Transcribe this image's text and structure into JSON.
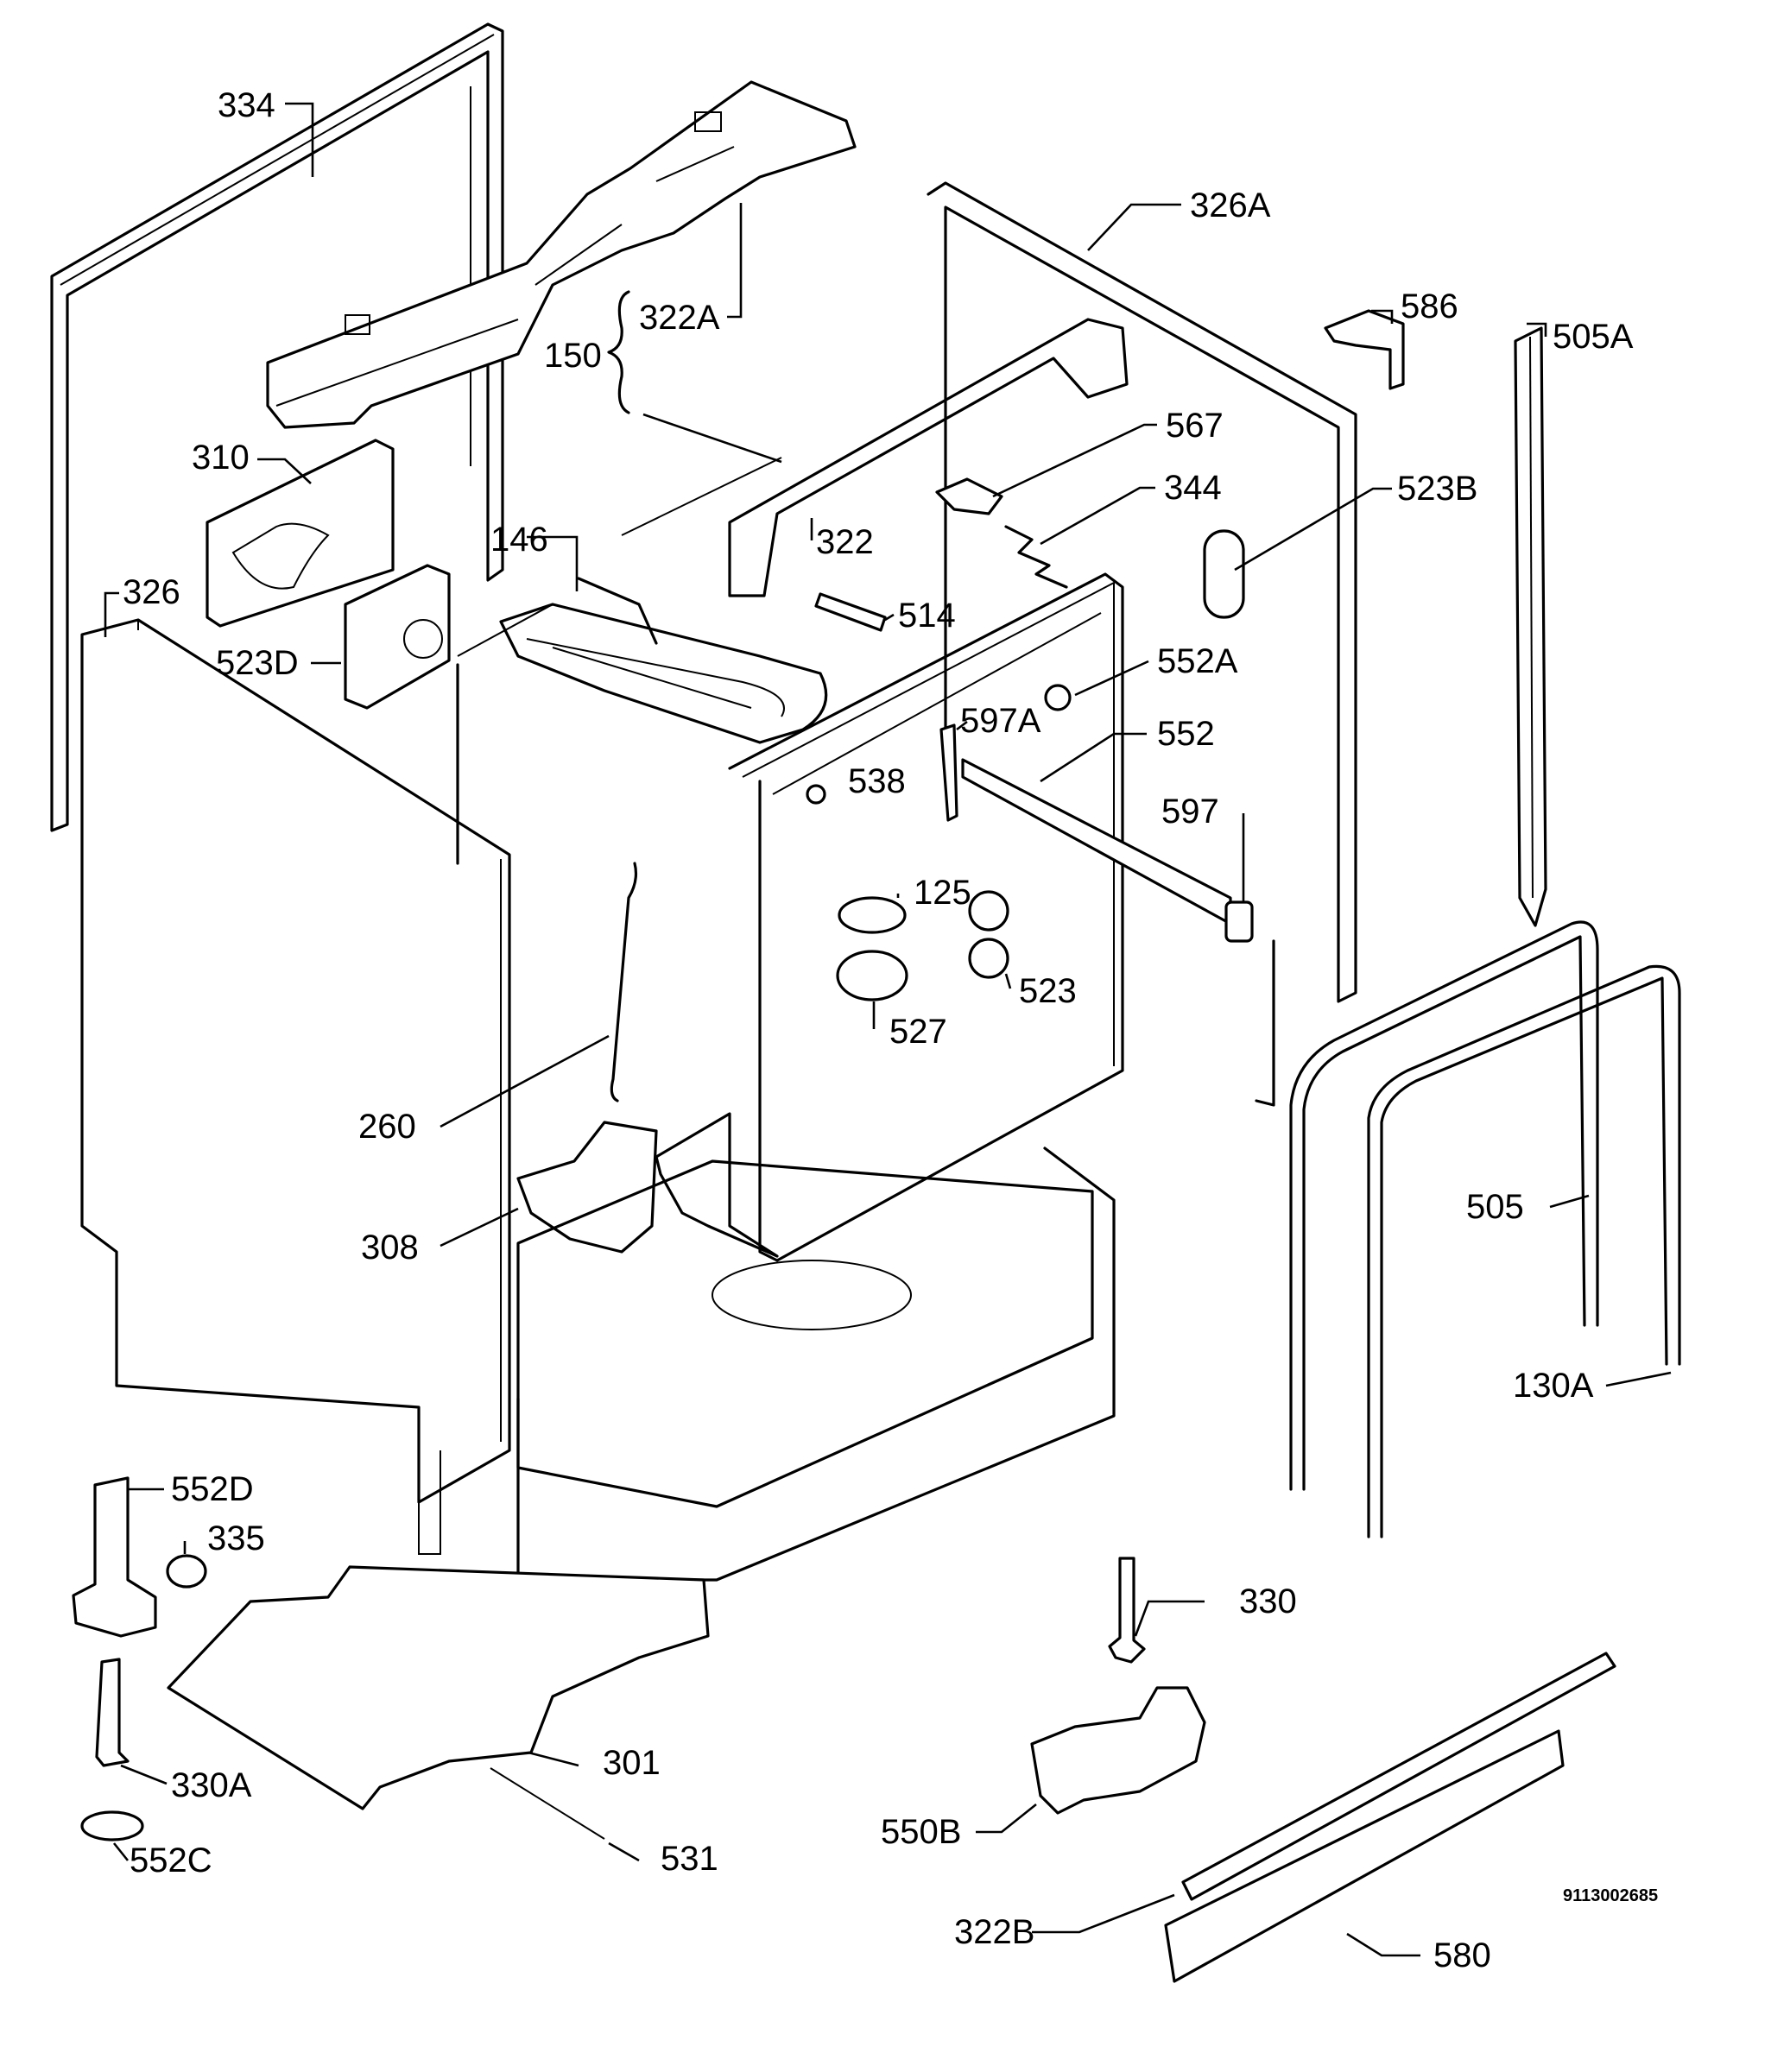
{
  "callouts": [
    "334",
    "322A",
    "150",
    "326A",
    "586",
    "505A",
    "310",
    "567",
    "344",
    "523B",
    "146",
    "322",
    "326",
    "514",
    "523D",
    "552A",
    "597A",
    "552",
    "538",
    "597",
    "125",
    "523",
    "527",
    "260",
    "505",
    "308",
    "130A",
    "552D",
    "335",
    "330",
    "301",
    "330A",
    "550B",
    "531",
    "552C",
    "322B",
    "580"
  ],
  "drawing_number": "9113002685"
}
